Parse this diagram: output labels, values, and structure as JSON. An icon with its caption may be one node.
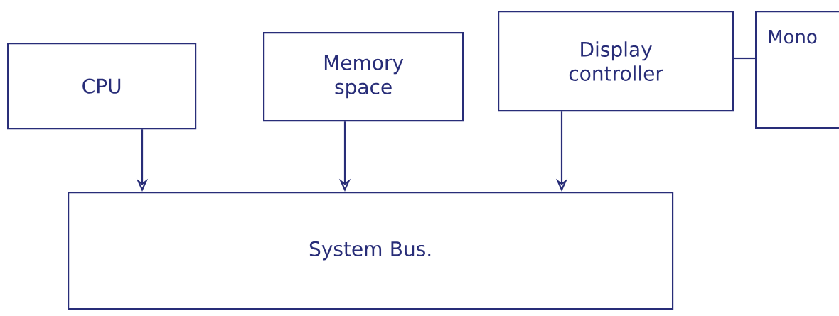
{
  "diagram": {
    "nodes": [
      {
        "text": [
          "CPU"
        ]
      },
      {
        "text": [
          "Memory space"
        ]
      },
      {
        "text": [
          "Display controller"
        ]
      },
      {
        "text": [
          "Mono"
        ]
      },
      {
        "text": [
          "System Bus."
        ]
      }
    ],
    "edges": [
      {
        "from": 0,
        "to": 4,
        "arrow": "to"
      },
      {
        "from": 1,
        "to": 4,
        "arrow": "to"
      },
      {
        "from": 2,
        "to": 4,
        "arrow": "to"
      },
      {
        "from": 2,
        "to": 3,
        "arrow": "none"
      }
    ]
  }
}
